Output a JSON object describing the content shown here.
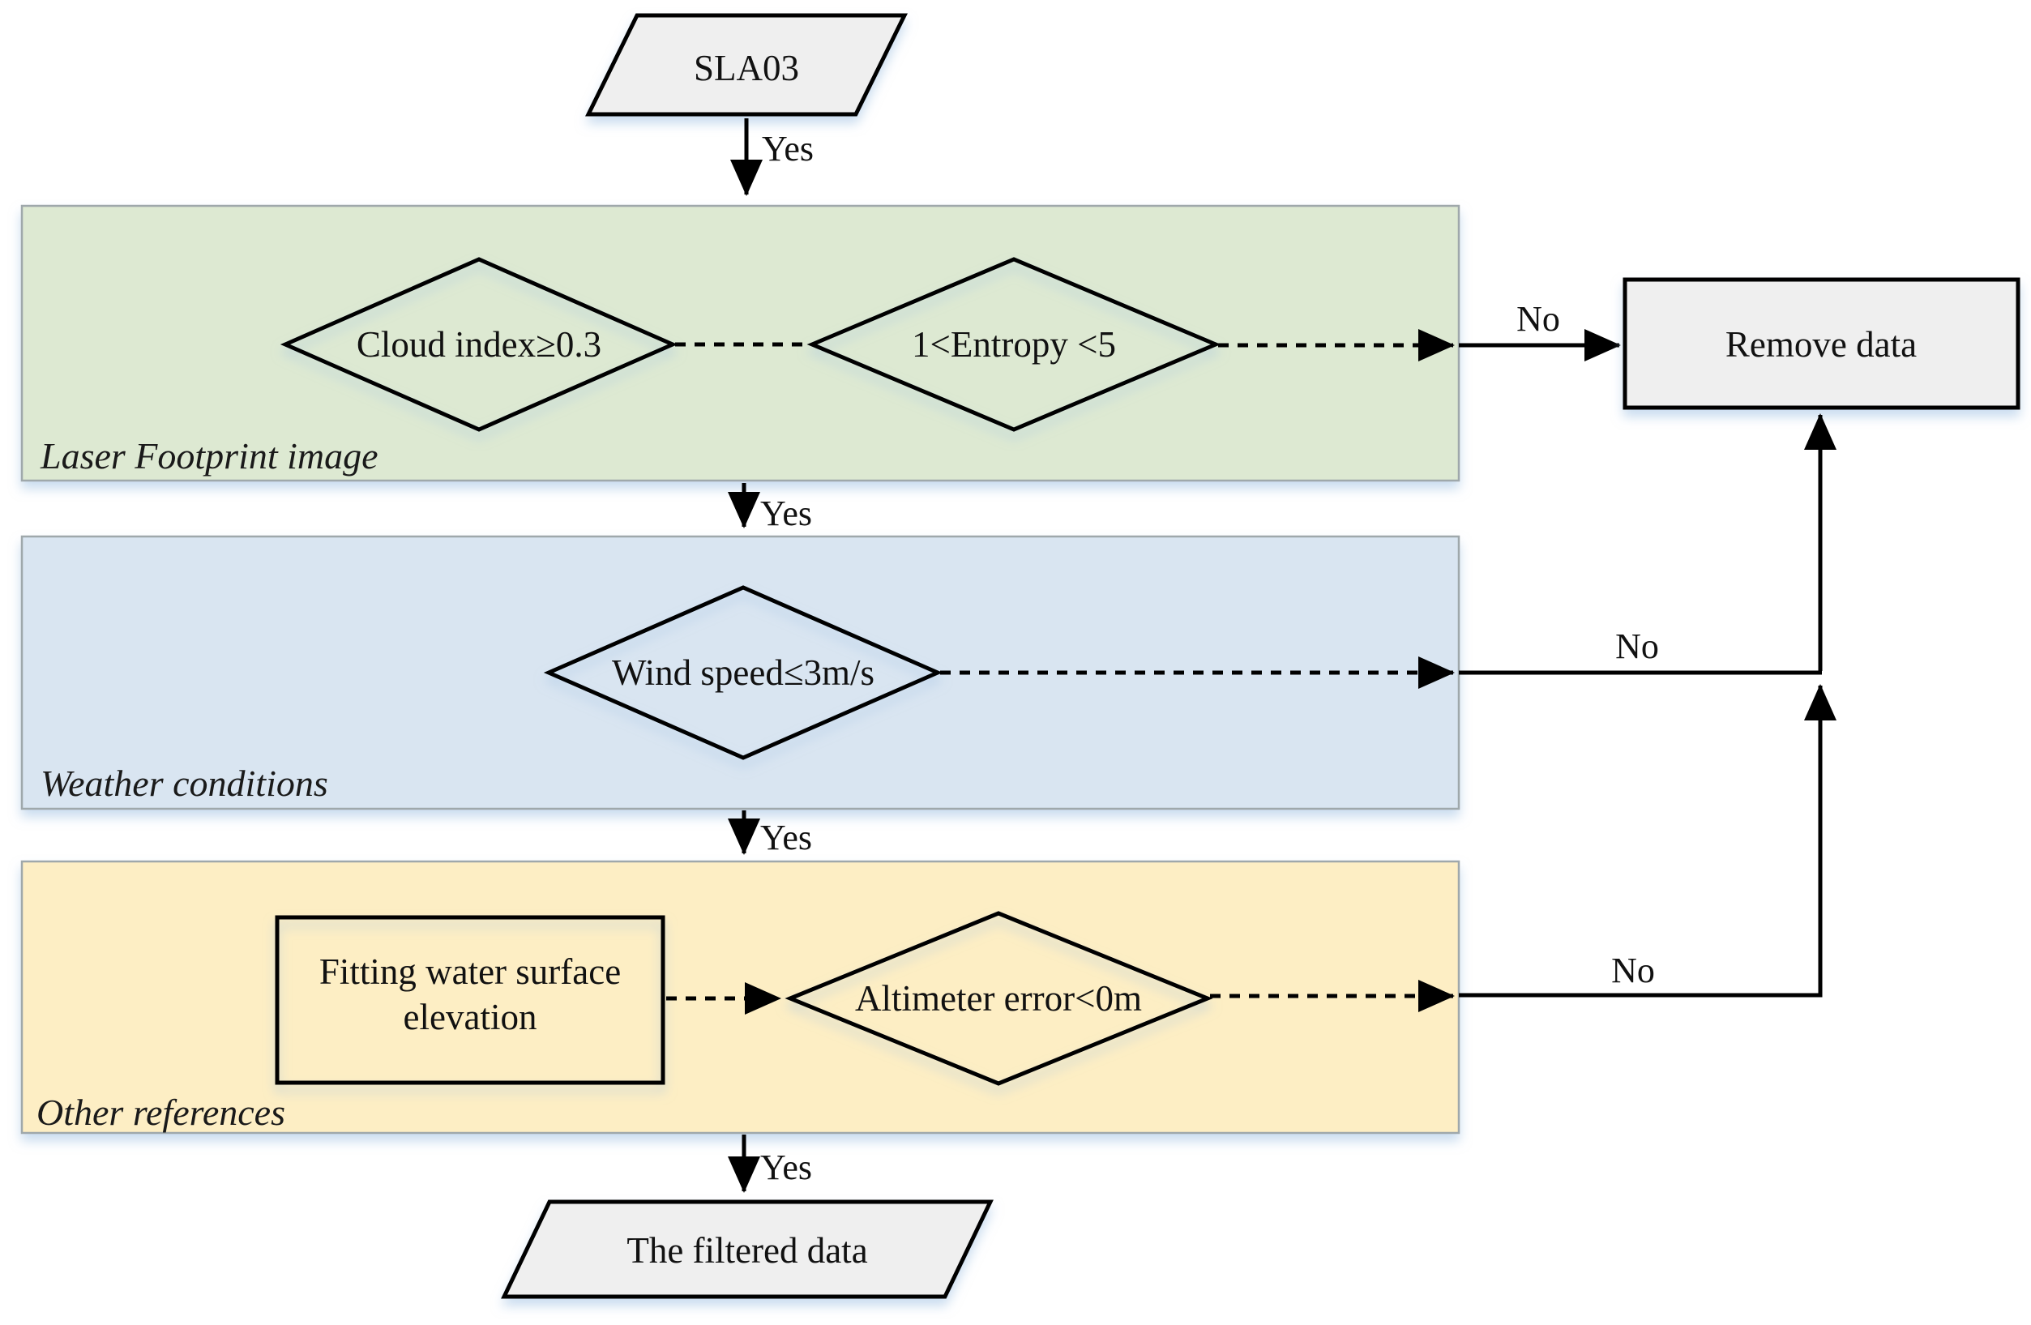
{
  "diagram": {
    "start_label": "SLA03",
    "yes_label": "Yes",
    "no_label": "No",
    "sections": {
      "laser": {
        "label": "Laser Footprint image",
        "fill": "#dde9d2"
      },
      "weather": {
        "label": "Weather conditions",
        "fill": "#d9e5f1"
      },
      "other": {
        "label": "Other references",
        "fill": "#fdeec4"
      }
    },
    "decisions": {
      "cloud_index": "Cloud index≥0.3",
      "entropy": "1<Entropy <5",
      "wind_speed": "Wind speed≤3m/s",
      "altimeter_error": "Altimeter error<0m"
    },
    "process": {
      "line1": "Fitting water surface",
      "line2": "elevation"
    },
    "remove_label": "Remove data",
    "end_label": "The filtered data",
    "colors": {
      "terminal_fill": "#efefef",
      "section_border": "#9fa8ab",
      "line": "#000000",
      "shadow": "#9fc0e2"
    }
  }
}
